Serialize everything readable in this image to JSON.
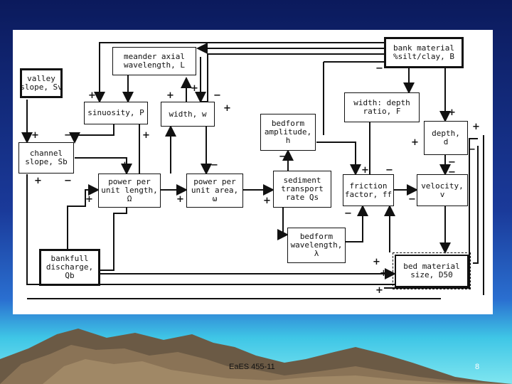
{
  "nodes": {
    "valley_slope": [
      "valley",
      "slope, Sv"
    ],
    "meander": [
      "meander axial",
      "wavelength, L"
    ],
    "bank_material": [
      "bank material",
      "%silt/clay, B"
    ],
    "width_depth_ratio": [
      "width: depth",
      "ratio, F"
    ],
    "sinuosity": [
      "sinuosity, P"
    ],
    "width": [
      "width, w"
    ],
    "bedform_amplitude": [
      "bedform",
      "amplitude,",
      "h"
    ],
    "depth": [
      "depth,",
      "d"
    ],
    "channel_slope": [
      "channel",
      "slope, Sb"
    ],
    "power_length": [
      "power per",
      "unit length,",
      "Ω"
    ],
    "power_area": [
      "power per",
      "unit area,",
      "ω"
    ],
    "sediment": [
      "sediment",
      "transport",
      "rate Qs"
    ],
    "friction": [
      "friction",
      "factor, ff"
    ],
    "velocity": [
      "velocity,",
      "v"
    ],
    "bedform_wavelength": [
      "bedform",
      "wavelength,",
      "λ"
    ],
    "bankfull": [
      "bankfull",
      "discharge,",
      "Qb"
    ],
    "bed_material": [
      "bed material",
      "size, D50"
    ]
  },
  "signs": {
    "plus": "+",
    "minus": "−"
  },
  "footer": {
    "title": "EaES 455-11",
    "page": "8"
  }
}
